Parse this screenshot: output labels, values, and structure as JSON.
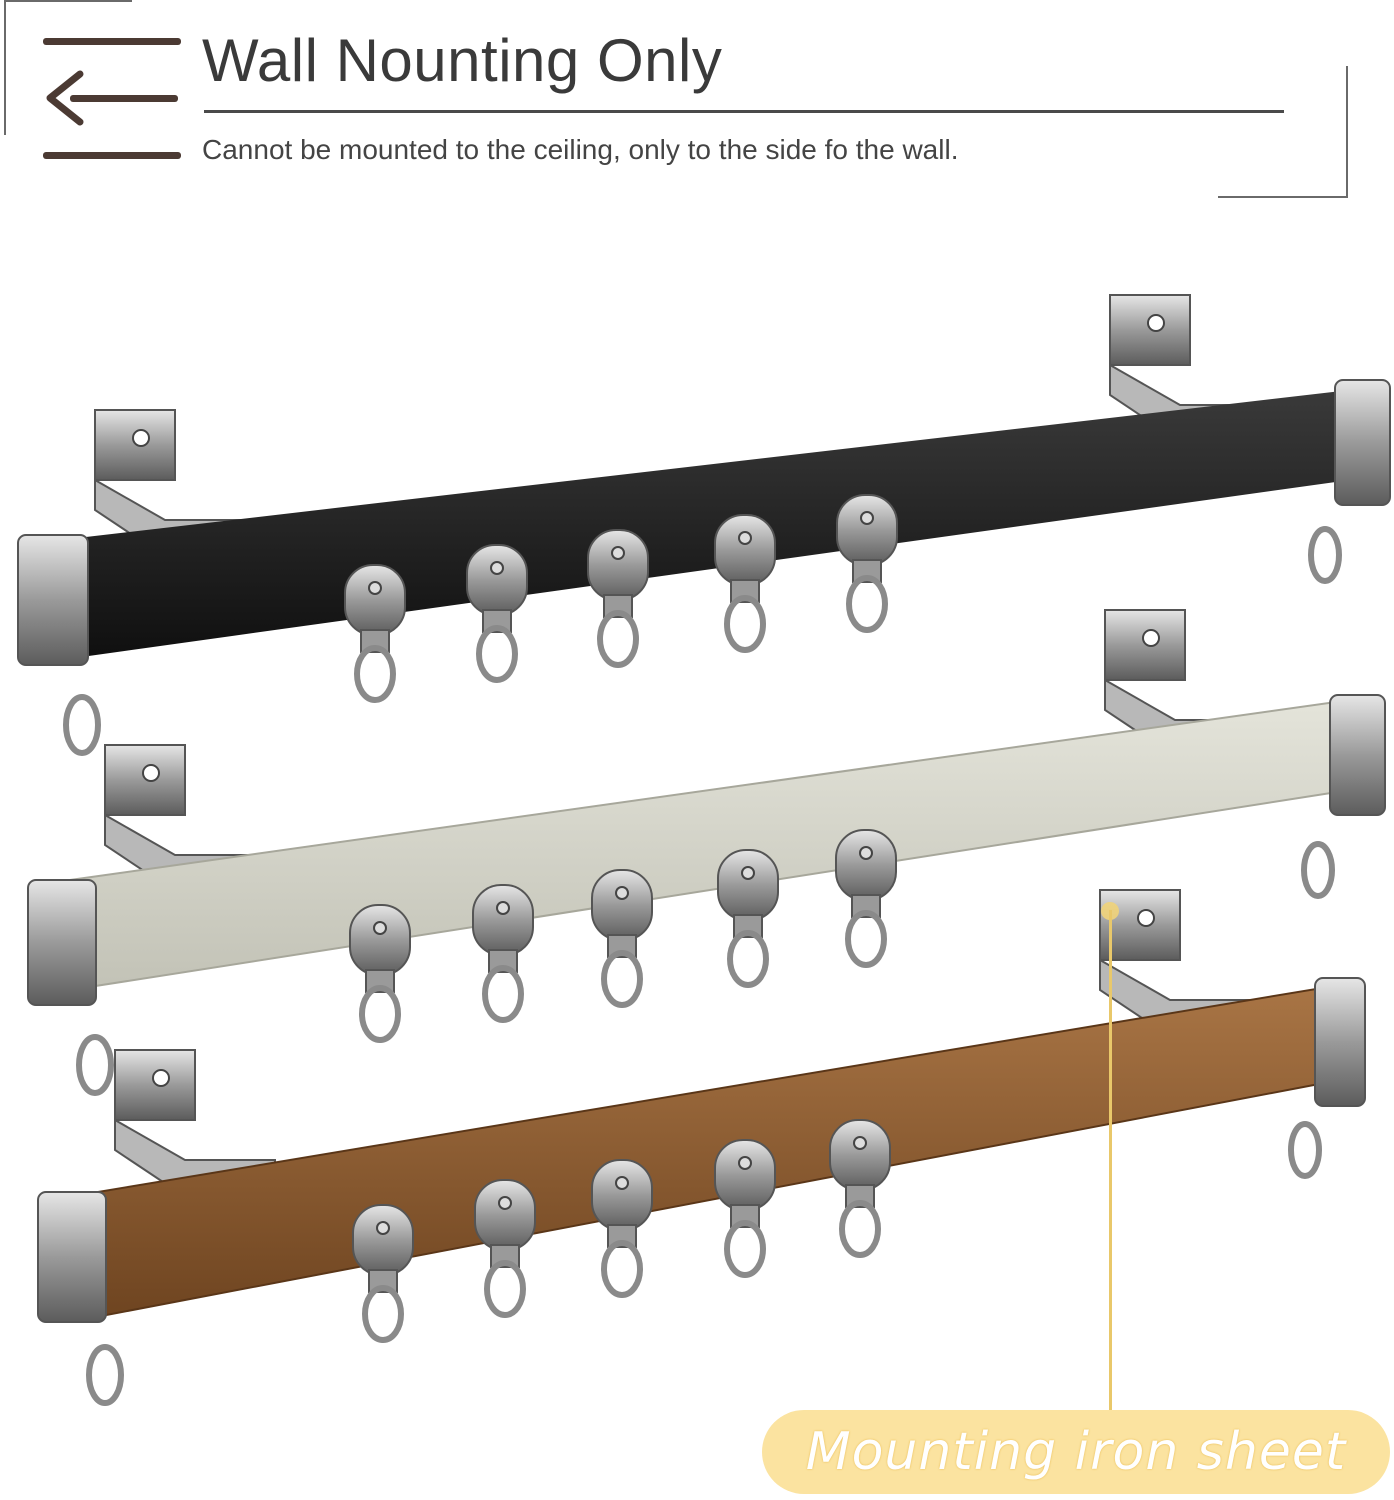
{
  "header": {
    "title": "Wall Nounting Only",
    "subtitle": "Cannot be mounted to the ceiling, only to the side fo the wall.",
    "icon": "menu-back-arrow-icon"
  },
  "product": {
    "image_description_icon": "curtain-track-rails-icon",
    "rail_colors": [
      "#1e1e1e",
      "#d4d4c8",
      "#8a5a30"
    ],
    "callout_label": "Mounting iron sheet",
    "callout_color": "#fbe3a0"
  }
}
